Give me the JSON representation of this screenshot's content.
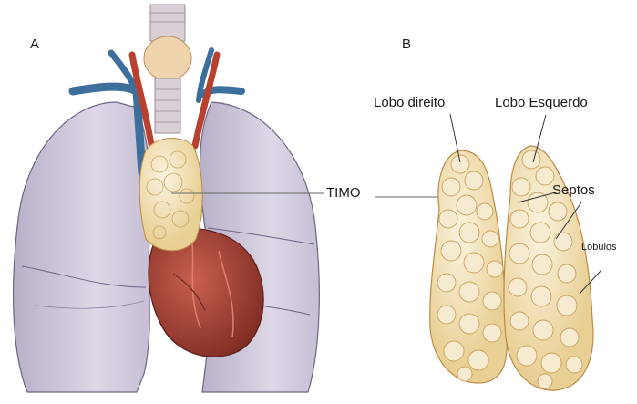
{
  "panels": {
    "a": {
      "letter": "A"
    },
    "b": {
      "letter": "B"
    }
  },
  "labels": {
    "timo": "TIMO",
    "lobo_direito": "Lobo direito",
    "lobo_esquerdo": "Lobo Esquerdo",
    "septos": "Septos",
    "lobulos": "Lóbulos"
  },
  "colors": {
    "lung_fill": "#cfc8dc",
    "lung_stroke": "#6f6483",
    "thymus_fill": "#ecd9a8",
    "thymus_stroke": "#b98c45",
    "heart_fill": "#a13d33",
    "vein": "#3d6f9c",
    "artery": "#b8402e",
    "trachea": "#d9cfd6",
    "thyroid": "#efd3ad",
    "leader_line": "#666666"
  }
}
